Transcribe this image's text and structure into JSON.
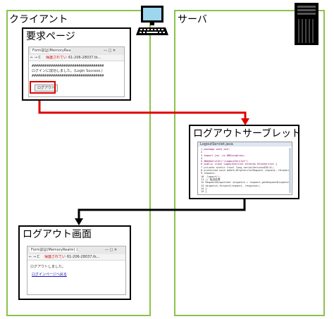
{
  "colors": {
    "zone": "#8bc34a",
    "flow_client_to_server": "#e00000",
    "flow_server_to_client": "#000000",
    "highlight": "#e00000"
  },
  "zones": {
    "client": {
      "label": "クライアント"
    },
    "server": {
      "label": "サーバ"
    }
  },
  "icons": {
    "client": "desktop-pc-icon",
    "server": "server-tower-icon"
  },
  "nodes": {
    "request_page": {
      "title": "要求ページ",
      "tab_title": "Form認証(MemoryRealm)",
      "addr_warning": "保護されてい",
      "addr_url": "61-206-28037.tk...",
      "hashes": "##################################",
      "message": "ログインに成功しました。(Login Success.)",
      "logout_button": "ログアウト"
    },
    "logout_servlet": {
      "title": "ログアウトサーブレット",
      "file_tab": "LogoutServlet.java",
      "code_lines": [
        "package auth_ex2;",
        "",
        "import jav..ix.DRException;",
        "",
        "@WebServlet(\"/LogoutServlet\")",
        "public class LogoutServlet extends HttpServlet {",
        "  private static final long serialVersionUID=1L;",
        "  protected void doGet(HttpServletRequest request, HttpServletResponse response)",
        "    request.",
        "      .logout();",
        "    // 転送処理",
        "    RequestDispatcher dispatch = request.getRequestDispatcher(\"/Logout.jsp\");",
        "    dispatch.forward(request, response);",
        "  }",
        "}"
      ]
    },
    "logout_screen": {
      "title": "ログアウト画面",
      "tab_title": "Form認証(MemoryRealm) ログアウト",
      "addr_warning": "保護されてい",
      "addr_url": "61-206-28037.tk...",
      "message": "ログアウトしました。",
      "link": "ログインページへ戻る"
    }
  }
}
